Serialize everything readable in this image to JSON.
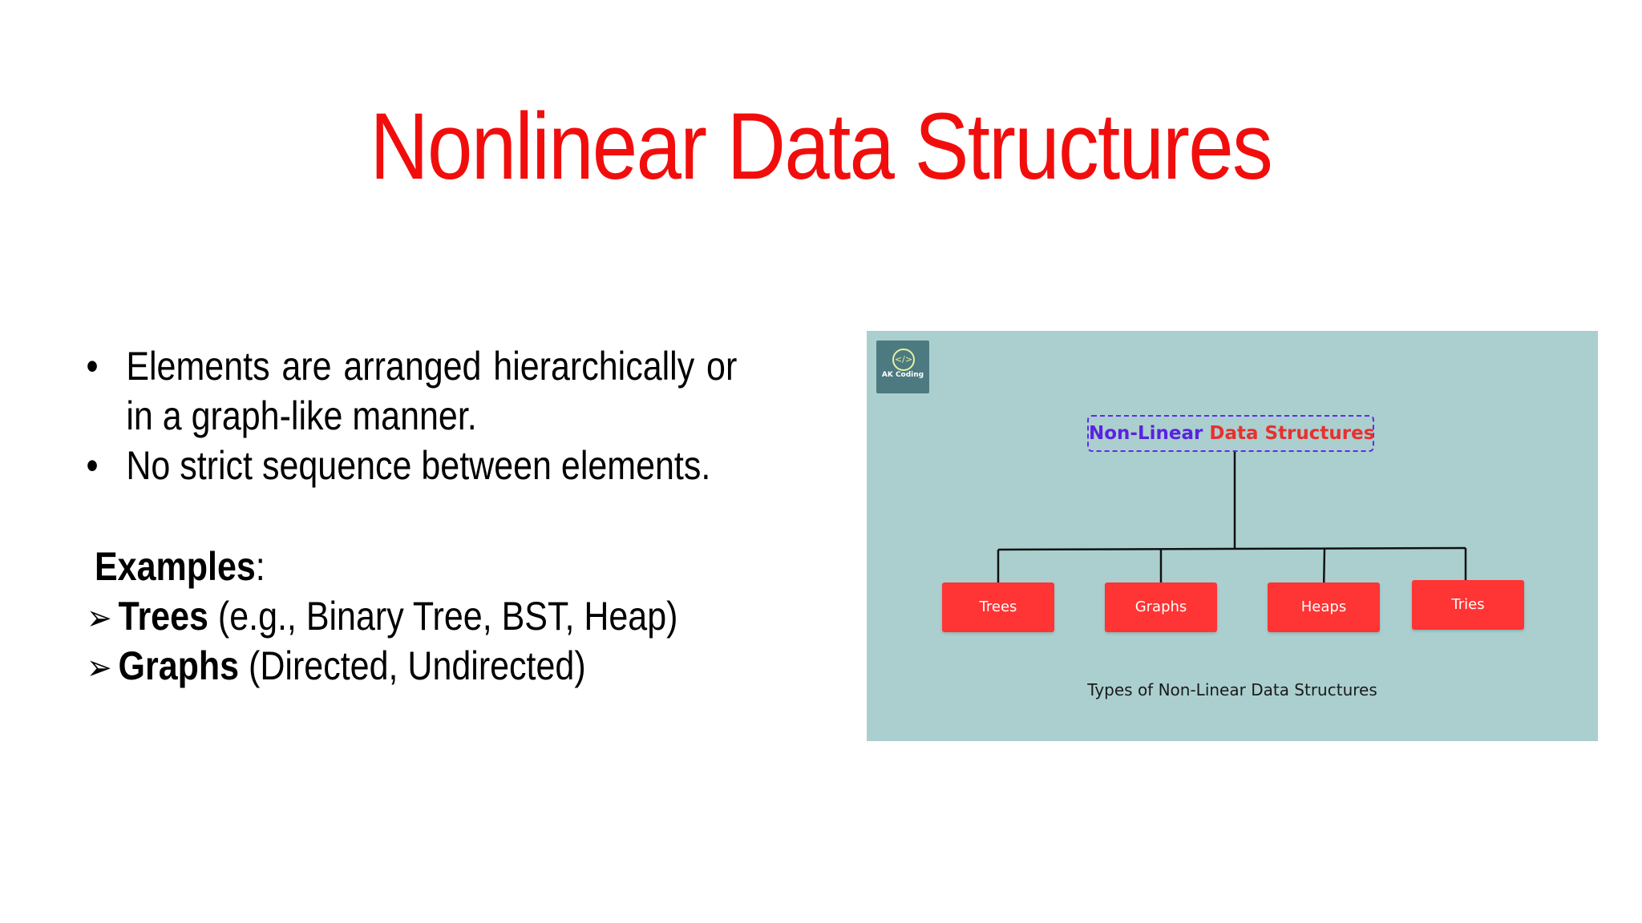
{
  "slide": {
    "title": "Nonlinear Data Structures",
    "bullets": [
      "Elements are arranged hierarchically or in a graph-like manner.",
      "No strict sequence between elements."
    ],
    "bullet_symbol": "•",
    "examples_label": "Examples",
    "examples_colon": ":",
    "example_arrow": "➢",
    "examples": [
      {
        "name": "Trees",
        "detail": " (e.g., Binary Tree, BST, Heap)"
      },
      {
        "name": "Graphs",
        "detail": " (Directed, Undirected)"
      }
    ]
  },
  "diagram": {
    "logo_glyph": "</>",
    "logo_text": "AK Coding",
    "root_part1": "Non-Linear",
    "root_part2": " Data Structures",
    "children": [
      "Trees",
      "Graphs",
      "Heaps",
      "Tries"
    ],
    "caption": "Types of Non-Linear Data Structures"
  },
  "colors": {
    "title": "#f20d0d",
    "panel_background": "#abcfcf",
    "node_fill": "#ff3434",
    "root_border": "#5b2ee8"
  }
}
